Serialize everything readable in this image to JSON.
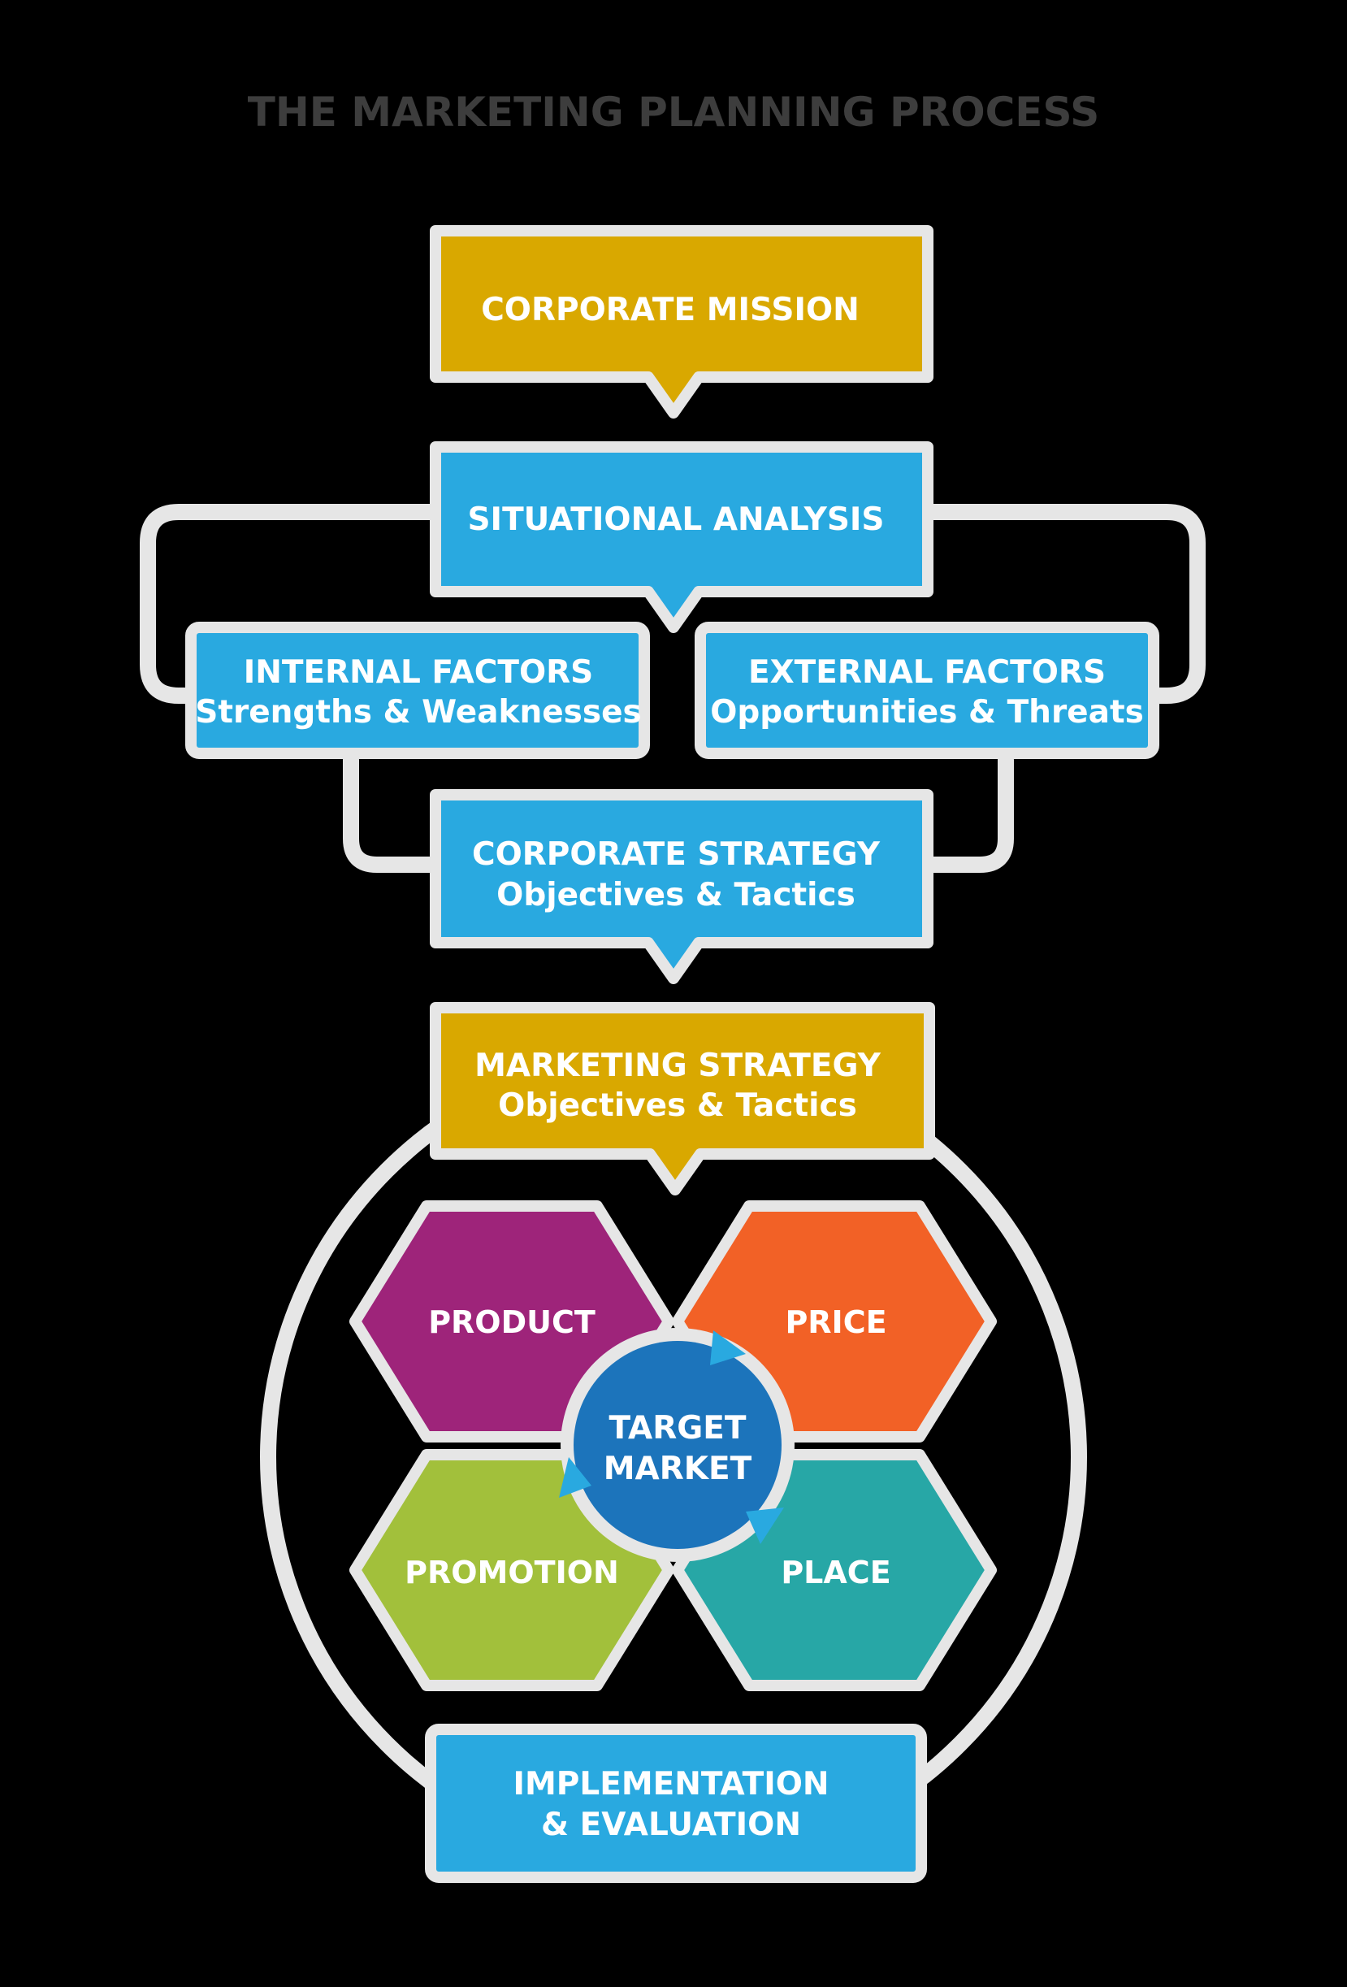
{
  "title": "THE MARKETING PLANNING PROCESS",
  "colors": {
    "gold": "#d9a800",
    "blue": "#29a9e0",
    "purple": "#9e247a",
    "orange": "#f26126",
    "green": "#a2c03b",
    "teal": "#27a7a6",
    "target_blue": "#1c74bb",
    "border": "#e6e6e6"
  },
  "boxes": {
    "corporate_mission": {
      "line1": "CORPORATE MISSION"
    },
    "situational_analysis": {
      "line1": "SITUATIONAL ANALYSIS"
    },
    "internal_factors": {
      "line1": "INTERNAL FACTORS",
      "line2": "Strengths & Weaknesses"
    },
    "external_factors": {
      "line1": "EXTERNAL FACTORS",
      "line2": "Opportunities & Threats"
    },
    "corporate_strategy": {
      "line1": "CORPORATE STRATEGY",
      "line2": "Objectives & Tactics"
    },
    "marketing_strategy": {
      "line1": "MARKETING STRATEGY",
      "line2": "Objectives & Tactics"
    },
    "implementation": {
      "line1": "IMPLEMENTATION",
      "line2": "& EVALUATION"
    }
  },
  "marketing_mix": {
    "product": "PRODUCT",
    "price": "PRICE",
    "promotion": "PROMOTION",
    "place": "PLACE",
    "target_line1": "TARGET",
    "target_line2": "MARKET"
  }
}
